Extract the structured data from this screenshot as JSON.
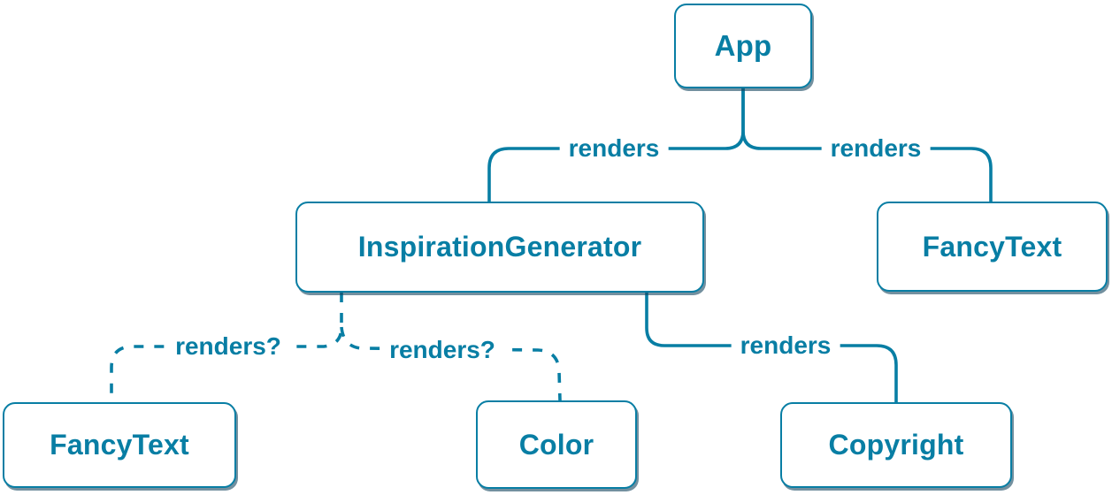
{
  "diagram": {
    "type": "component-render-tree",
    "colors": {
      "accent": "#087ea4",
      "node_fill": "#ffffff",
      "node_shadow": "rgba(22,70,95,0.6)",
      "background": "#ffffff"
    },
    "nodes": [
      {
        "id": "app",
        "label": "App"
      },
      {
        "id": "inspiration-generator",
        "label": "InspirationGenerator"
      },
      {
        "id": "fancy-text-top",
        "label": "FancyText"
      },
      {
        "id": "fancy-text-bottom",
        "label": "FancyText"
      },
      {
        "id": "color",
        "label": "Color"
      },
      {
        "id": "copyright",
        "label": "Copyright"
      }
    ],
    "edges": [
      {
        "from": "App",
        "to": "InspirationGenerator",
        "label": "renders",
        "style": "solid"
      },
      {
        "from": "App",
        "to": "FancyText",
        "label": "renders",
        "style": "solid"
      },
      {
        "from": "InspirationGenerator",
        "to": "FancyText",
        "label": "renders?",
        "style": "dashed"
      },
      {
        "from": "InspirationGenerator",
        "to": "Color",
        "label": "renders?",
        "style": "dashed"
      },
      {
        "from": "InspirationGenerator",
        "to": "Copyright",
        "label": "renders",
        "style": "solid"
      }
    ]
  }
}
